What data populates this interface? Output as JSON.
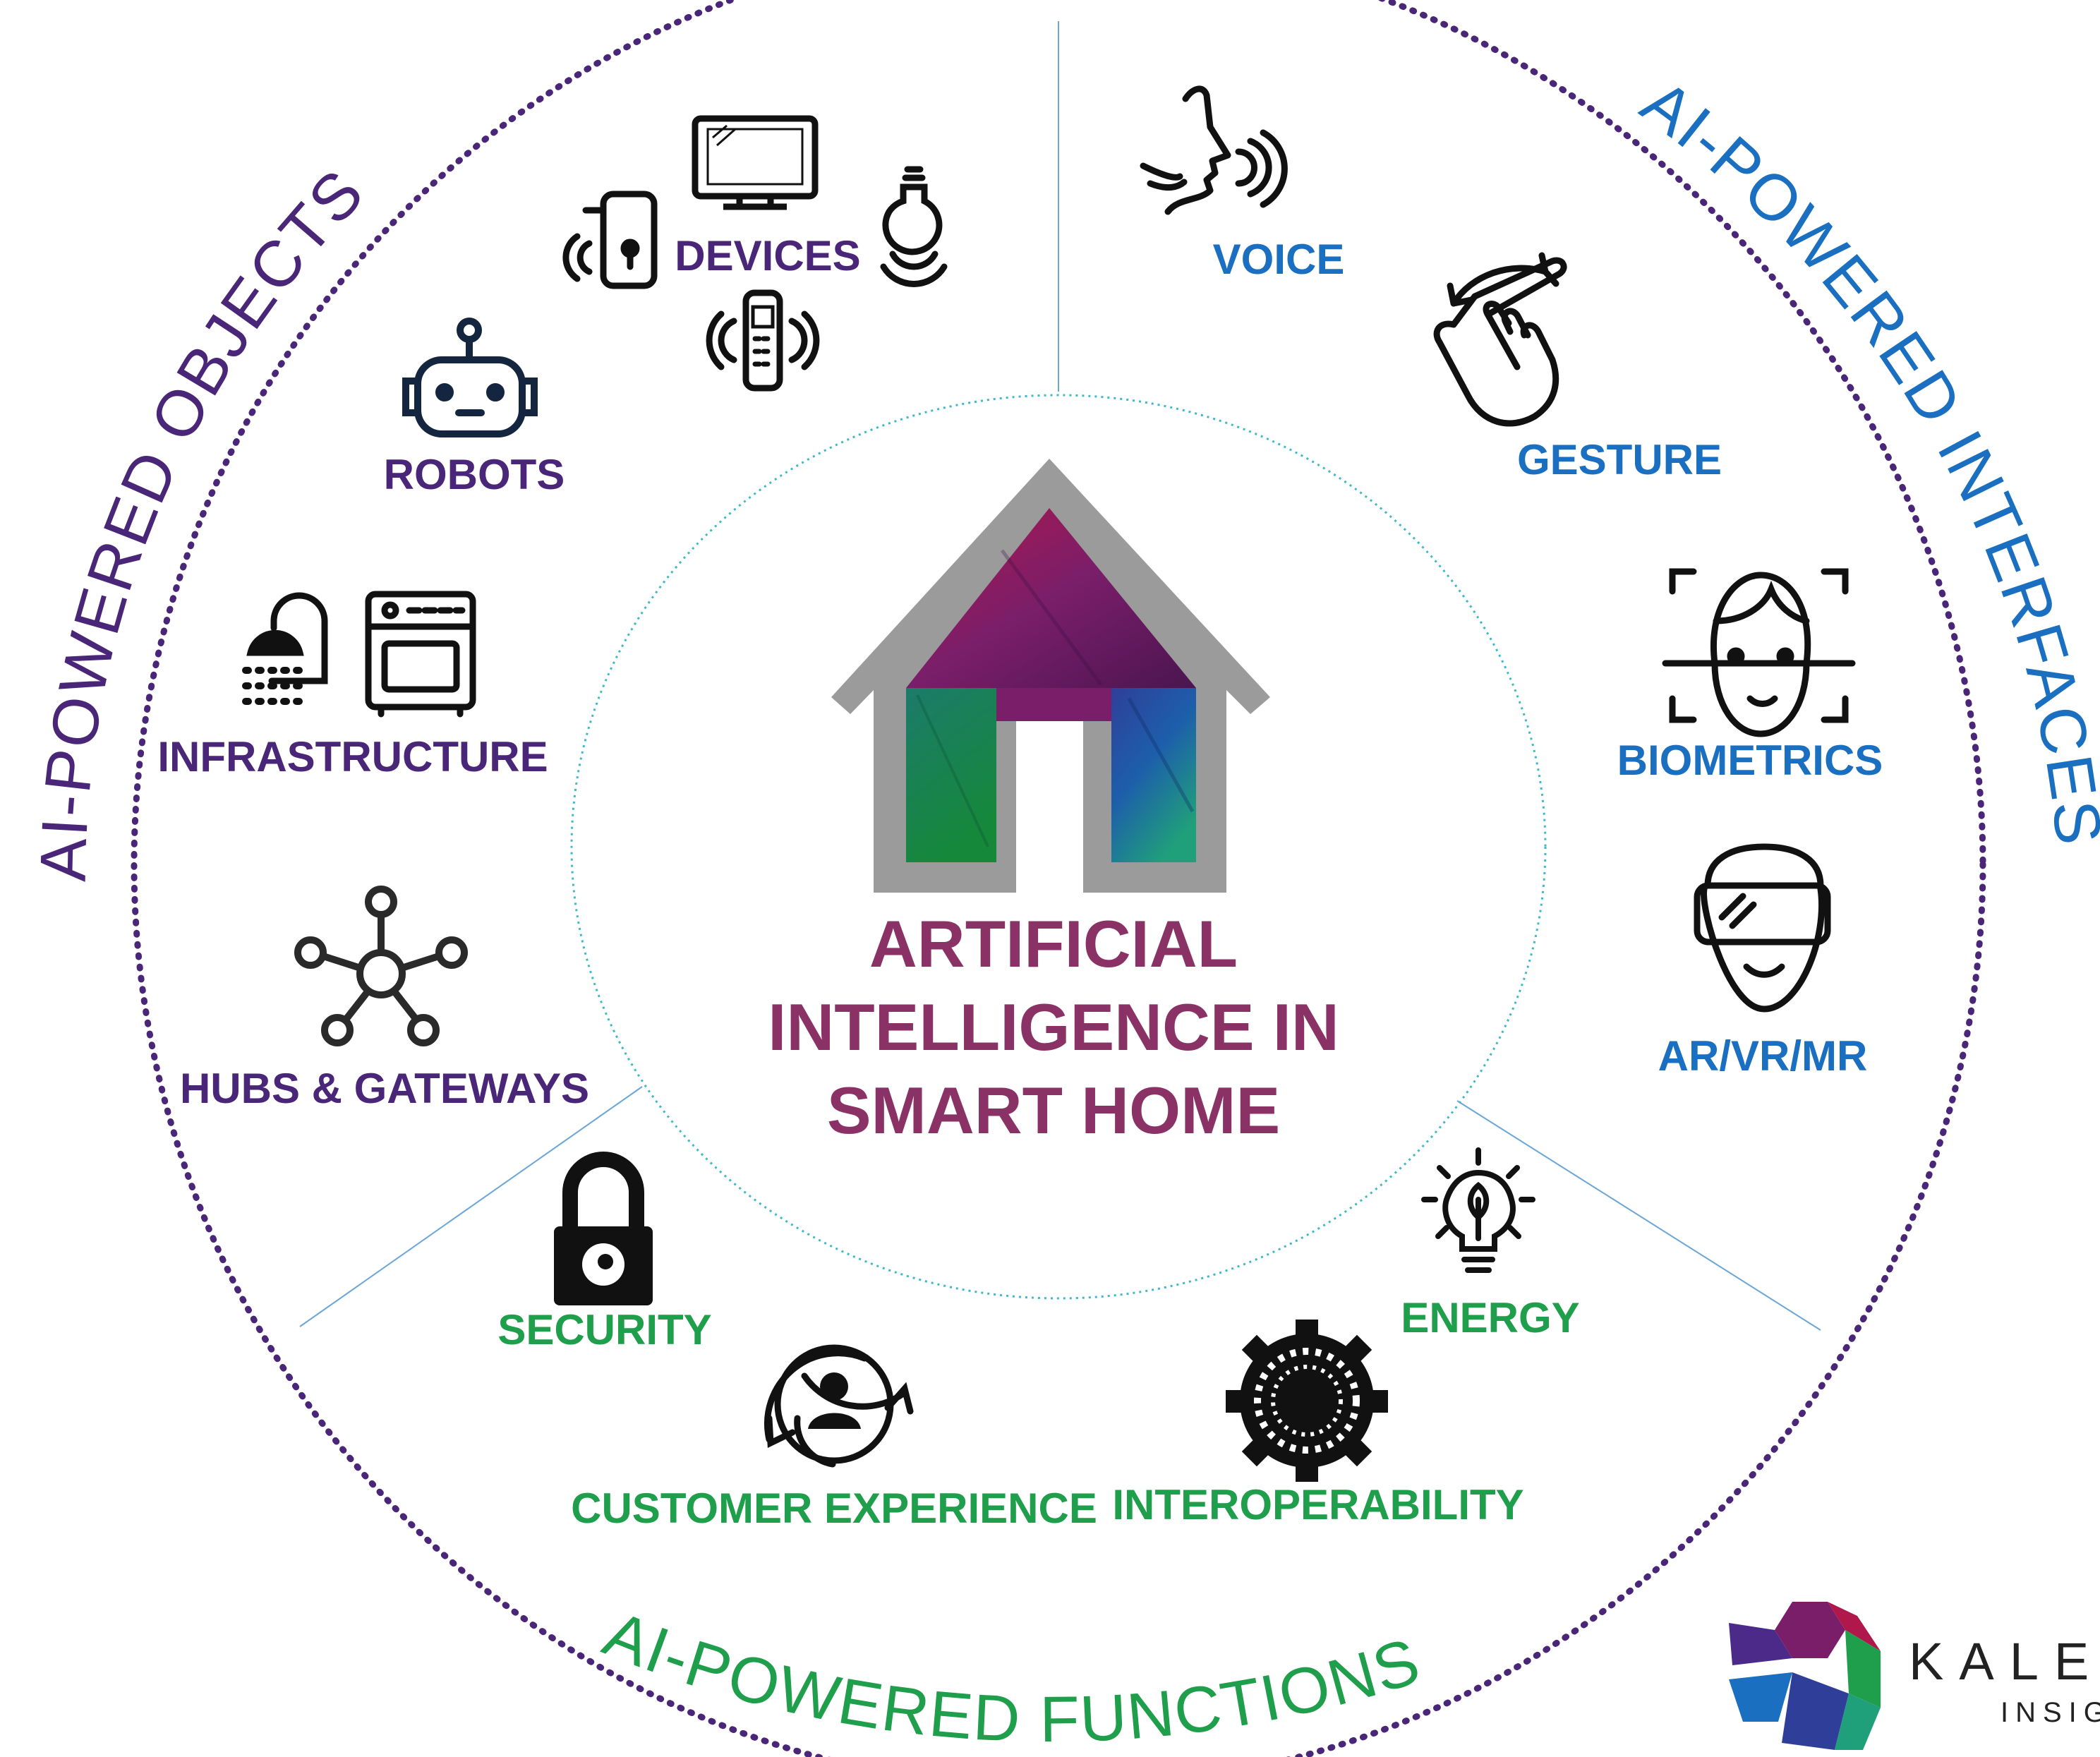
{
  "center": {
    "line1": "ARTIFICIAL",
    "line2": "INTELLIGENCE IN",
    "line3": "SMART HOME"
  },
  "sections": {
    "objects": {
      "title": "AI-POWERED OBJECTS",
      "color": "#4a2678",
      "items": [
        "DEVICES",
        "ROBOTS",
        "INFRASTRUCTURE",
        "HUBS & GATEWAYS"
      ]
    },
    "interfaces": {
      "title": "AI-POWERED INTERFACES",
      "color": "#1a6fc0",
      "items": [
        "VOICE",
        "GESTURE",
        "BIOMETRICS",
        "AR/VR/MR"
      ]
    },
    "functions": {
      "title": "AI-POWERED FUNCTIONS",
      "color": "#1f9e4b",
      "items": [
        "SECURITY",
        "CUSTOMER EXPERIENCE",
        "INTEROPERABILITY",
        "ENERGY"
      ]
    }
  },
  "icons": [
    "smart-lock-icon",
    "tv-icon",
    "smart-bulb-icon",
    "phone-icon",
    "robot-icon",
    "shower-icon",
    "oven-icon",
    "hub-icon",
    "voice-icon",
    "gesture-icon",
    "face-scan-icon",
    "vr-headset-icon",
    "padlock-icon",
    "customer-cycle-icon",
    "gear-icon",
    "energy-bulb-icon"
  ],
  "logo": {
    "name": "KALE",
    "sub": "INSIG"
  }
}
